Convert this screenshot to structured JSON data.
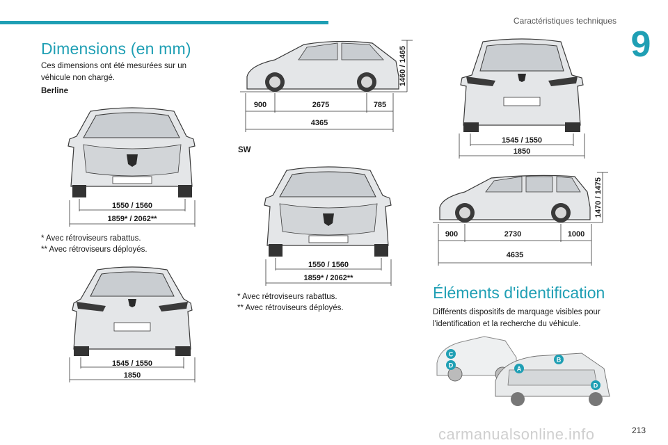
{
  "header": {
    "section": "Caractéristiques techniques",
    "chapter": "9"
  },
  "main": {
    "title": "Dimensions (en mm)",
    "intro": "Ces dimensions ont été mesurées sur un véhicule non chargé.",
    "berline_label": "Berline",
    "berline_front": {
      "track": "1550 / 1560",
      "width": "1859* / 2062**"
    },
    "notes_1": "* Avec rétroviseurs rabattus.",
    "notes_2": "** Avec rétroviseurs déployés.",
    "berline_rear": {
      "track": "1545 / 1550",
      "width": "1850"
    },
    "berline_side": {
      "height": "1460 / 1465",
      "overhang_front": "900",
      "wheelbase": "2675",
      "overhang_rear": "785",
      "length": "4365"
    },
    "sw_label": "SW",
    "sw_front": {
      "track": "1550 / 1560",
      "width": "1859* / 2062**"
    },
    "sw_notes_1": "* Avec rétroviseurs rabattus.",
    "sw_notes_2": "** Avec rétroviseurs déployés.",
    "sw_rear": {
      "track": "1545 / 1550",
      "width": "1850"
    },
    "sw_side": {
      "height": "1470 / 1475",
      "overhang_front": "900",
      "wheelbase": "2730",
      "overhang_rear": "1000",
      "length": "4635"
    },
    "id_title": "Éléments d'identification",
    "id_text": "Différents dispositifs de marquage visibles pour l'identification et la recherche du véhicule.",
    "markers": [
      "C",
      "D",
      "A",
      "B",
      "D"
    ]
  },
  "footer": {
    "page": "213",
    "watermark": "carmanualsonline.info"
  },
  "colors": {
    "accent": "#1f9fb4",
    "car_body": "#e4e6e8",
    "car_line": "#3a3a3a"
  }
}
